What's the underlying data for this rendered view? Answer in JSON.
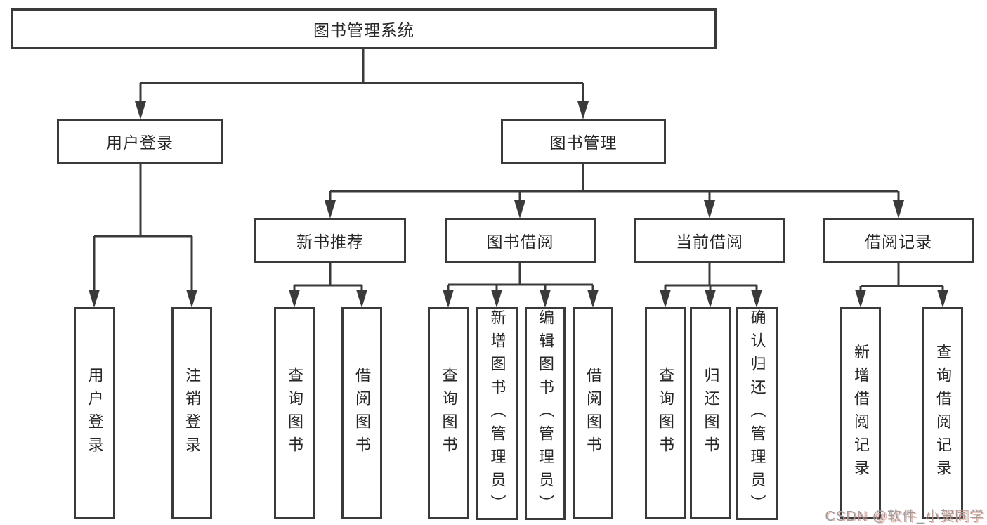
{
  "colors": {
    "line": "#3a3a3a",
    "box_border": "#3a3a3a",
    "text": "#262626",
    "background": "#ffffff",
    "watermark_text": "#9c9c9c",
    "watermark_shadow": "#e27864"
  },
  "watermark": {
    "text": "CSDN @软件_小贺同学"
  },
  "tree": {
    "root": {
      "label": "图书管理系统",
      "children": [
        {
          "id": "user-login",
          "label": "用户登录",
          "children": [
            {
              "id": "user-login-leaf",
              "label": "用户登录"
            },
            {
              "id": "logout-leaf",
              "label": "注销登录"
            }
          ]
        },
        {
          "id": "book-management",
          "label": "图书管理",
          "children": [
            {
              "id": "new-book-recommend",
              "label": "新书推荐",
              "children": [
                {
                  "id": "query-books",
                  "label": "查询图书"
                },
                {
                  "id": "borrow-books",
                  "label": "借阅图书"
                }
              ]
            },
            {
              "id": "book-borrowing",
              "label": "图书借阅",
              "children": [
                {
                  "id": "query-books",
                  "label": "查询图书"
                },
                {
                  "id": "add-books-admin",
                  "label": "新增图书（管理员）"
                },
                {
                  "id": "edit-books-admin",
                  "label": "编辑图书（管理员）"
                },
                {
                  "id": "borrow-books",
                  "label": "借阅图书"
                }
              ]
            },
            {
              "id": "current-borrowing",
              "label": "当前借阅",
              "children": [
                {
                  "id": "query-books",
                  "label": "查询图书"
                },
                {
                  "id": "return-books",
                  "label": "归还图书"
                },
                {
                  "id": "confirm-return-admin",
                  "label": "确认归还（管理员）"
                }
              ]
            },
            {
              "id": "borrowing-records",
              "label": "借阅记录",
              "children": [
                {
                  "id": "add-borrow-record",
                  "label": "新增借阅记录"
                },
                {
                  "id": "query-borrow-record",
                  "label": "查询借阅记录"
                }
              ]
            }
          ]
        }
      ]
    }
  }
}
